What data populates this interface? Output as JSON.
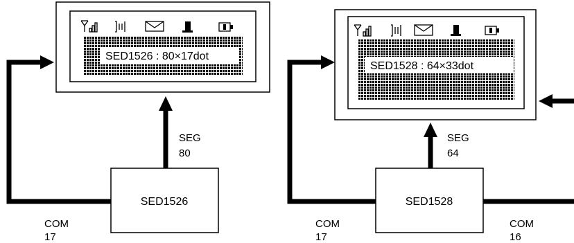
{
  "colors": {
    "line": "#000000",
    "background": "#ffffff",
    "grid_fill": "#000000",
    "grid_lines": "#ffffff"
  },
  "status_icons": [
    "antenna-icon",
    "signal-bars-icon",
    "vibrate-icon",
    "envelope-icon",
    "handset-icon",
    "battery-icon"
  ],
  "left": {
    "display_label": "SED1526 : 80×17dot",
    "chip_label": "SED1526",
    "seg_label": "SEG",
    "seg_count": "80",
    "com_label": "COM",
    "com_count": "17"
  },
  "right": {
    "display_label": "SED1528 : 64×33dot",
    "chip_label": "SED1528",
    "seg_label": "SEG",
    "seg_count": "64",
    "com_left_label": "COM",
    "com_left_count": "17",
    "com_right_label": "COM",
    "com_right_count": "16"
  }
}
